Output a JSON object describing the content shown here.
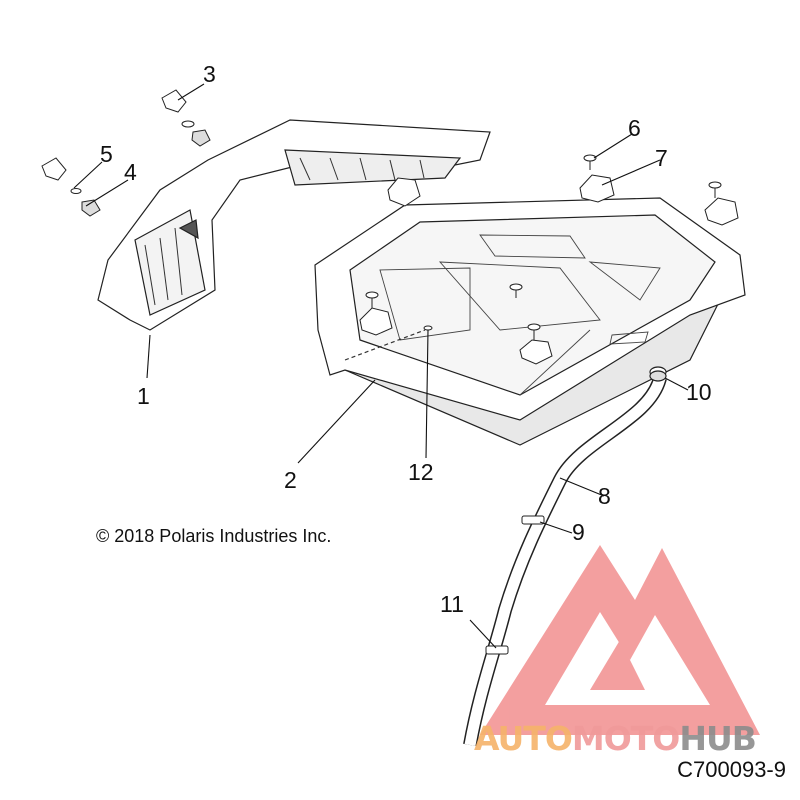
{
  "diagram": {
    "callouts": [
      {
        "id": "1",
        "label": "1"
      },
      {
        "id": "2",
        "label": "2"
      },
      {
        "id": "3",
        "label": "3"
      },
      {
        "id": "4",
        "label": "4"
      },
      {
        "id": "5",
        "label": "5"
      },
      {
        "id": "6",
        "label": "6"
      },
      {
        "id": "7",
        "label": "7"
      },
      {
        "id": "8",
        "label": "8"
      },
      {
        "id": "9",
        "label": "9"
      },
      {
        "id": "10",
        "label": "10"
      },
      {
        "id": "11",
        "label": "11"
      },
      {
        "id": "12",
        "label": "12"
      }
    ],
    "copyright": "© 2018 Polaris Industries Inc.",
    "figure_id": "C700093-9"
  },
  "watermark": {
    "part1": "AUTO",
    "part2": "MOTO",
    "part3": "HUB",
    "colors": {
      "triangle": "#f07f7f",
      "auto": "#f6b36a",
      "moto": "#f09a9a",
      "hub": "#8c8c8c"
    }
  },
  "colors": {
    "line": "#222222",
    "fill": "#ffffff",
    "shade": "#e6e6e6"
  }
}
